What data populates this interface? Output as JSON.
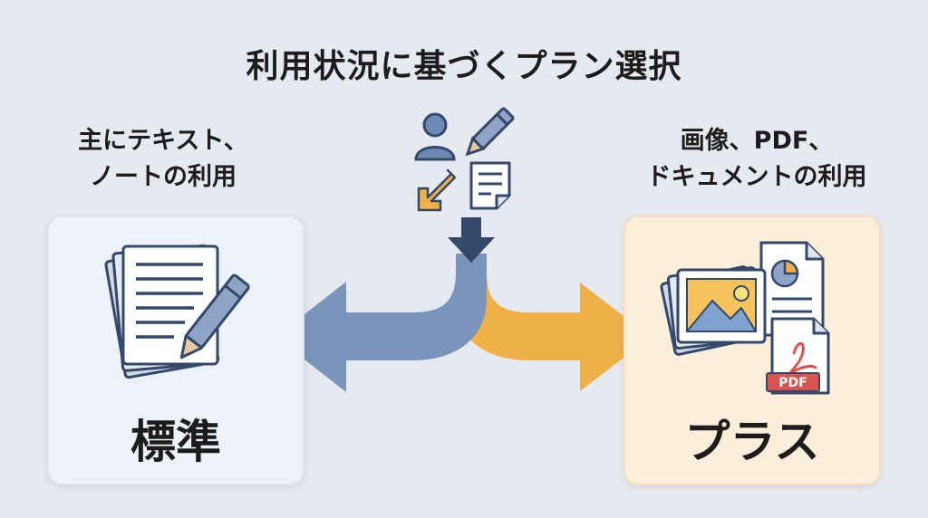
{
  "title": "利用状況に基づくプラン選択",
  "left": {
    "description_lines": [
      "主にテキスト、",
      "ノートの利用"
    ],
    "plan_name": "標準",
    "icon": "document-with-pen-icon",
    "arrow_color": "#7b94bb"
  },
  "right": {
    "description_lines": [
      "画像、PDF、",
      "ドキュメントの利用"
    ],
    "plan_name": "プラス",
    "icon": "image-pdf-document-stack-icon",
    "pdf_badge": "PDF",
    "arrow_color": "#f0b048"
  },
  "center_icons": [
    "user-icon",
    "pen-icon",
    "download-arrow-icon",
    "note-icon",
    "down-arrow-icon"
  ]
}
